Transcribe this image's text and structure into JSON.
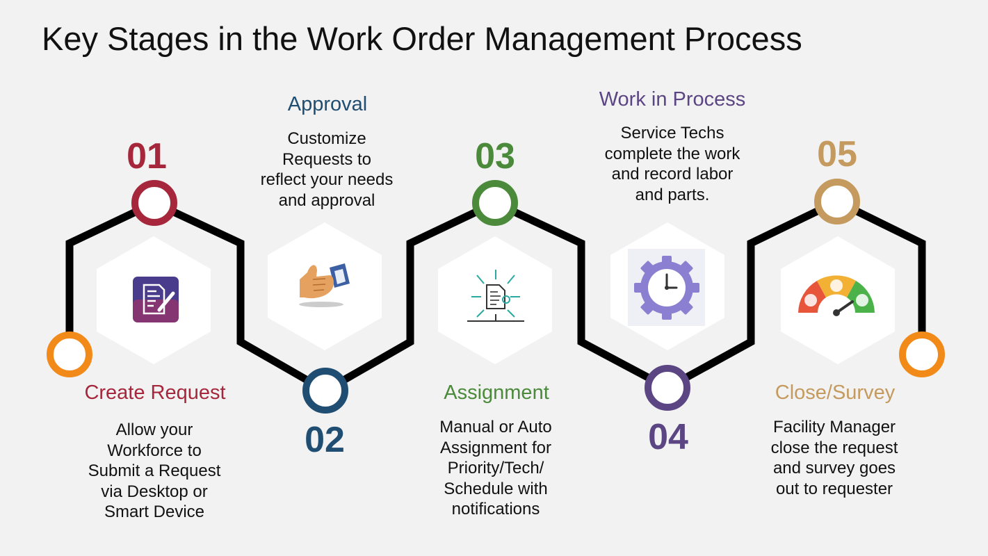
{
  "title": "Key Stages in the Work Order Management Process",
  "colors": {
    "background": "#f2f2f2",
    "path": "#000000",
    "hexagon": "#ffffff",
    "endpoints": "#f28a1a",
    "stage1": "#a6273b",
    "stage2": "#1f4e72",
    "stage3": "#4b8a3a",
    "stage4": "#5b4582",
    "stage5": "#c49a5e"
  },
  "stages": [
    {
      "number": "01",
      "heading": "Create Request",
      "description": [
        "Allow your",
        "Workforce to",
        "Submit a Request",
        "via Desktop or",
        "Smart Device"
      ],
      "icon": "request-form-icon"
    },
    {
      "number": "02",
      "heading": "Approval",
      "description": [
        "Customize",
        "Requests to",
        "reflect your needs",
        "and approval"
      ],
      "icon": "thumbs-up-icon"
    },
    {
      "number": "03",
      "heading": "Assignment",
      "description": [
        "Manual or Auto",
        "Assignment for",
        "Priority/Tech/",
        "Schedule with",
        "notifications"
      ],
      "icon": "document-network-icon"
    },
    {
      "number": "04",
      "heading": "Work in Process",
      "description": [
        "Service Techs",
        "complete the work",
        "and record labor",
        "and parts."
      ],
      "icon": "gear-clock-icon"
    },
    {
      "number": "05",
      "heading": "Close/Survey",
      "description": [
        "Facility Manager",
        "close the request",
        "and survey goes",
        "out to requester"
      ],
      "icon": "satisfaction-gauge-icon"
    }
  ]
}
